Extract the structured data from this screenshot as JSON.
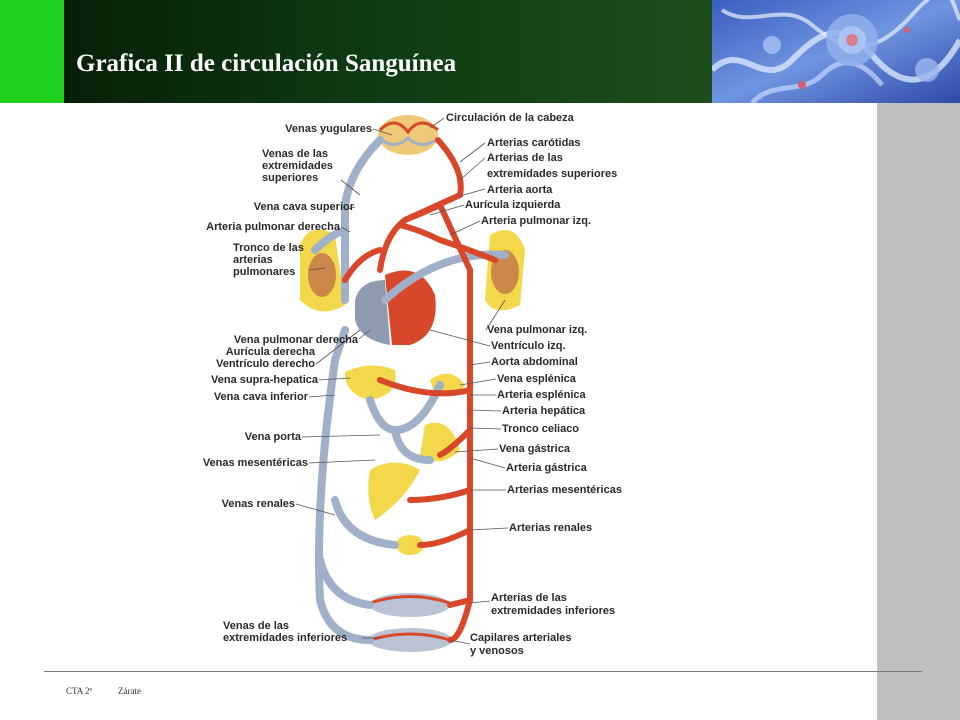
{
  "slide": {
    "title": "Grafica II de circulación Sanguínea"
  },
  "colors": {
    "accent_green": "#1fd11f",
    "header_dark": "#0e3a12",
    "artery_red": "#d9472b",
    "vein_gray": "#9fb0c8",
    "fat_yellow": "#f2d84a",
    "side_band": "#c0c0c0"
  },
  "diagram": {
    "left_labels": [
      "Venas yugulares",
      "Venas de las",
      "extremidades",
      "superiores",
      "Vena cava superior",
      "Arteria pulmonar derecha",
      "Tronco de las",
      "arterias",
      "pulmonares",
      "Vena pulmonar derecha",
      "Aurícula derecha",
      "Ventrículo derecho",
      "Vena supra-hepatica",
      "Vena cava inferior",
      "Vena porta",
      "Venas mesentéricas",
      "Venas renales",
      "Venas de las",
      "extremidades inferiores"
    ],
    "right_labels": [
      "Circulación de la cabeza",
      "Arterias carótidas",
      "Arterias de las",
      "extremidades superiores",
      "Arteria aorta",
      "Aurícula izquierda",
      "Arteria pulmonar izq.",
      "Vena pulmonar izq.",
      "Ventrículo izq.",
      "Aorta abdominal",
      "Vena esplénica",
      "Arteria esplénica",
      "Arteria hepática",
      "Tronco celiaco",
      "Vena gástrica",
      "Arteria gástrica",
      "Arterias mesentéricas",
      "Arterias renales",
      "Arterias de las",
      "extremidades inferiores",
      "Capilares arteriales",
      "y venosos"
    ]
  },
  "footer": {
    "course": "CTA 2º",
    "author": "Zárate"
  }
}
